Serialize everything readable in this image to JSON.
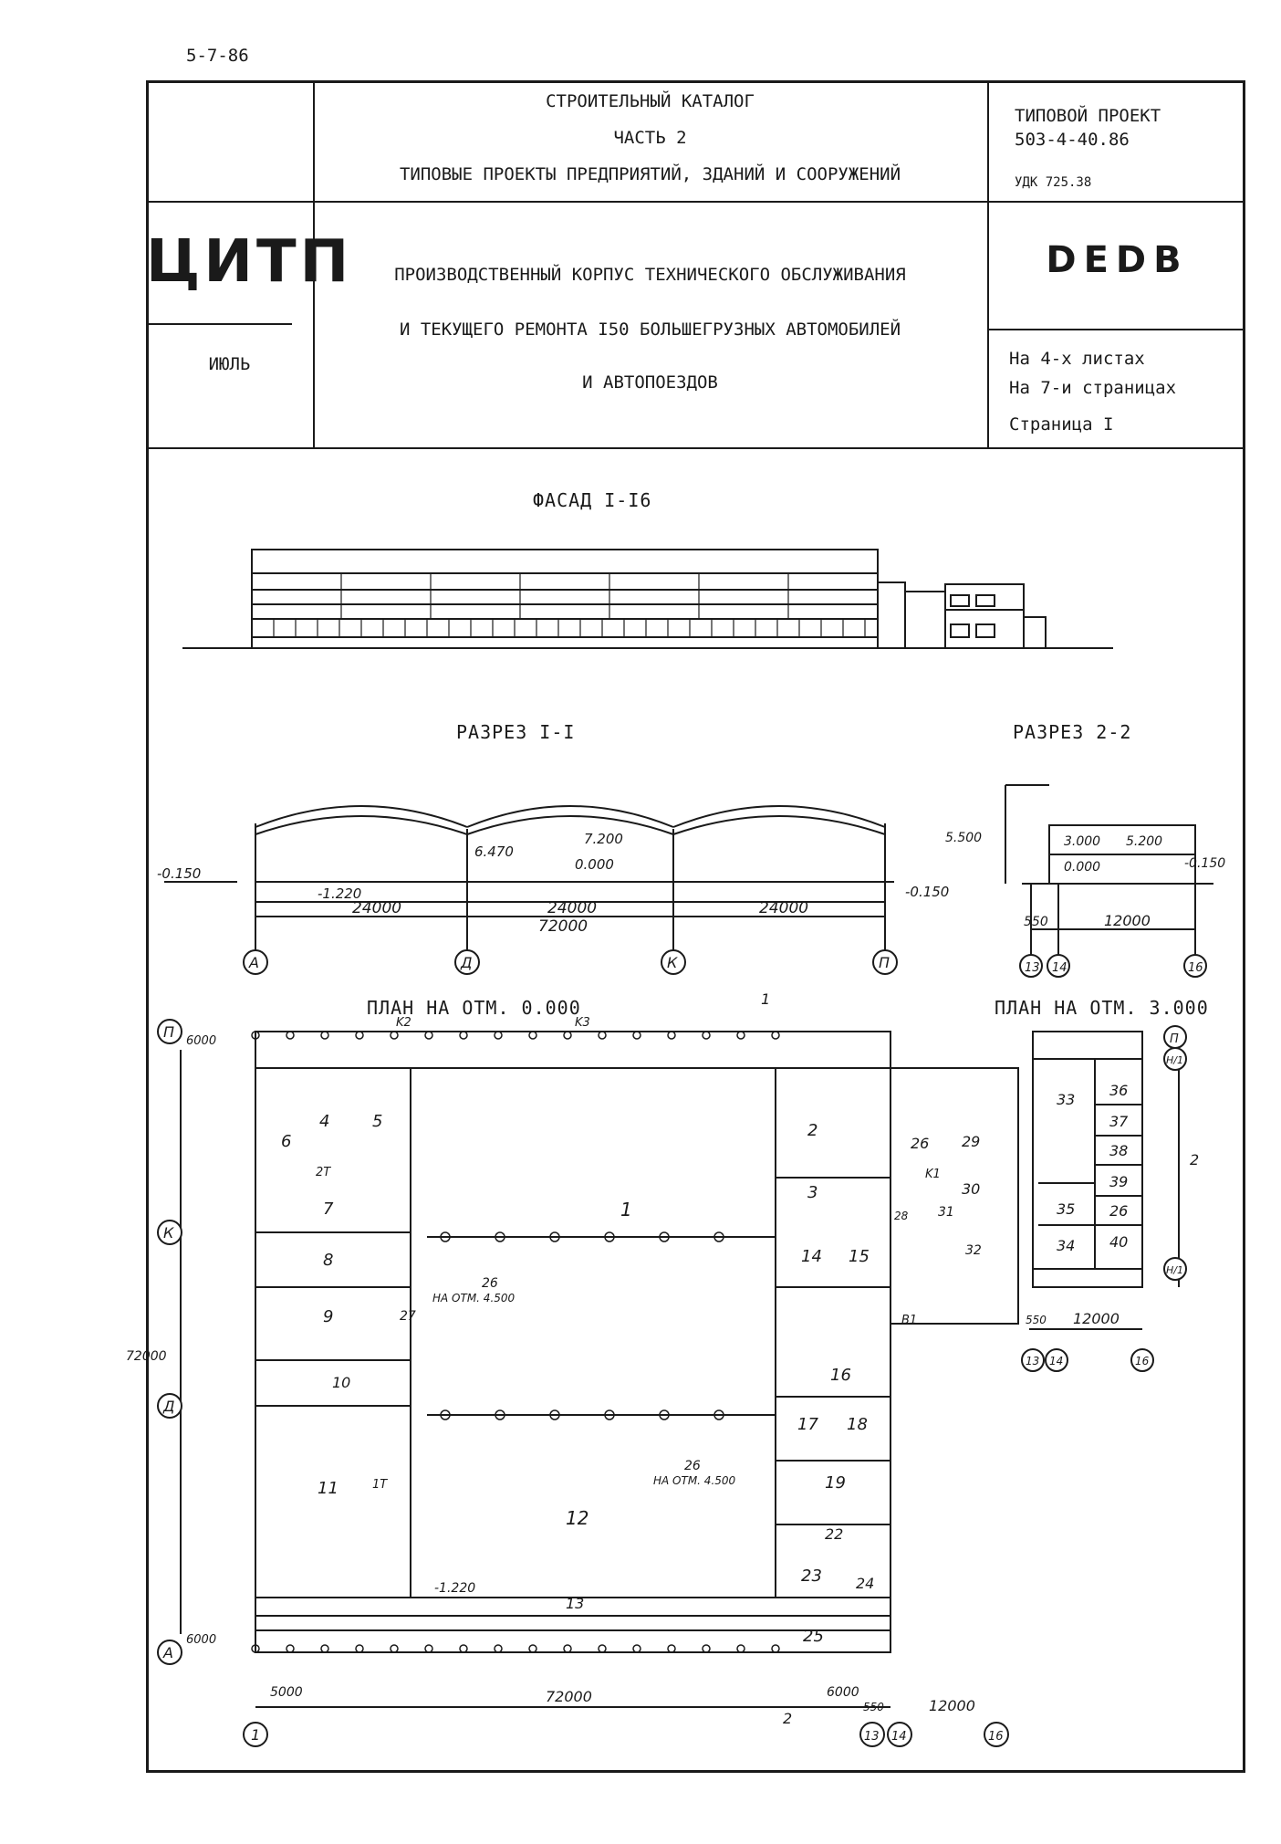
{
  "doc_code": "5-7-86",
  "header": {
    "catalog_title": "СТРОИТЕЛЬНЫЙ КАТАЛОГ",
    "catalog_part": "ЧАСТЬ 2",
    "catalog_subtitle": "ТИПОВЫЕ ПРОЕКТЫ ПРЕДПРИЯТИЙ, ЗДАНИЙ И СООРУЖЕНИЙ",
    "project_label": "ТИПОВОЙ ПРОЕКТ",
    "project_number": "503-4-40.86",
    "udk": "УДК 725.38",
    "org": "ЦИТП",
    "month": "ИЮЛЬ",
    "title_line1": "ПРОИЗВОДСТВЕННЫЙ КОРПУС ТЕХНИЧЕСКОГО ОБСЛУЖИВАНИЯ",
    "title_line2": "И ТЕКУЩЕГО РЕМОНТА  I50  БОЛЬШЕГРУЗНЫХ АВТОМОБИЛЕЙ",
    "title_line3": "И  АВТОПОЕЗДОВ",
    "code": "DEDB",
    "sheets": "На  4-х листах",
    "pages": "На  7-и страницах",
    "page": "Страница  I"
  },
  "drawings": {
    "facade_title": "ФАСАД  I-I6",
    "section1_title": "РАЗРЕЗ  I-I",
    "section2_title": "РАЗРЕЗ 2-2",
    "plan1_title": "ПЛАН НА ОТМ. 0.000",
    "plan2_title": "ПЛАН НА ОТМ. 3.000"
  },
  "section1": {
    "el_left": "-0.150",
    "el_1220": "-1.220",
    "el_6470": "6.470",
    "el_7200": "7.200",
    "el_0000": "0.000",
    "el_right": "-0.150",
    "dim_a": "24000",
    "dim_b": "24000",
    "dim_c": "24000",
    "dim_total": "72000",
    "axes": [
      "А",
      "Д",
      "К",
      "П"
    ]
  },
  "section2": {
    "el_5500": "5.500",
    "el_3000": "3.000",
    "el_5200": "5.200",
    "el_0000": "0.000",
    "el_0150": "-0.150",
    "dim_550": "550",
    "dim_12000": "12000",
    "axes": [
      "13",
      "14",
      "16"
    ]
  },
  "plan1": {
    "axes_left": [
      "П",
      "К",
      "Д",
      "А"
    ],
    "axes_bottom": [
      "1",
      "13",
      "14",
      "16"
    ],
    "dim_6000_top": "6000",
    "dim_72000_left": "72000",
    "dim_6000_bottom": "6000",
    "dim_5000": "5000",
    "dim_72000": "72000",
    "dim_6000_r": "6000",
    "dim_550": "550",
    "dim_12000": "12000",
    "el_1220": "-1.220",
    "note_1": "26",
    "note_1b": "НА ОТМ. 4.500",
    "note_2": "26",
    "note_2b": "НА ОТМ. 4.500",
    "k2": "K2",
    "k3": "K3",
    "k1": "K1",
    "b1": "B1",
    "rooms": [
      "1",
      "2",
      "3",
      "4",
      "5",
      "6",
      "7",
      "8",
      "9",
      "10",
      "11",
      "12",
      "13",
      "14",
      "15",
      "16",
      "17",
      "18",
      "19",
      "22",
      "23",
      "24",
      "25",
      "26",
      "27",
      "28",
      "29",
      "30",
      "31",
      "32"
    ],
    "crane_2t": "2Т",
    "crane_1t": "1Т",
    "cut_1": "1",
    "cut_2": "2"
  },
  "plan2": {
    "axes_right": [
      "П",
      "Н/1",
      "Н/1"
    ],
    "axes_bottom": [
      "13",
      "14",
      "16"
    ],
    "dim_550": "550",
    "dim_12000": "12000",
    "rooms": [
      "33",
      "34",
      "35",
      "36",
      "37",
      "38",
      "39",
      "40",
      "26"
    ],
    "cut_2": "2"
  }
}
